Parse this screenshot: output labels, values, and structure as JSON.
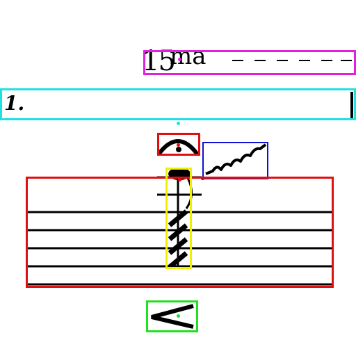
{
  "ottava": {
    "number": "15",
    "suffix": "ma"
  },
  "volta": {
    "label": "1."
  },
  "colors": {
    "magenta": "#e020e0",
    "cyan": "#20e0e0",
    "red": "#e01010",
    "blue": "#1010d0",
    "yellow": "#f0f000",
    "green": "#20e020",
    "ink": "#000000"
  },
  "symbols": [
    "fermata-icon",
    "trill-icon",
    "tremolo-note-icon",
    "accent-icon"
  ]
}
